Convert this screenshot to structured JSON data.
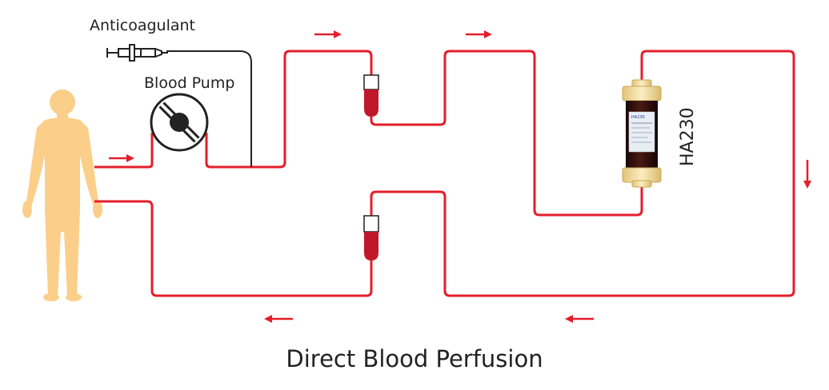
{
  "labels": {
    "anticoagulant": "Anticoagulant",
    "blood_pump": "Blood Pump",
    "cartridge": "HA230",
    "cartridge_sticker": "HA230",
    "caption": "Direct Blood Perfusion"
  },
  "colors": {
    "tubing": "#e41e2b",
    "arrow": "#e41e2b",
    "body": "#fbcf8a",
    "line": "#222222",
    "blood": "#c0182a",
    "cartridge_blood": "#2a0a08",
    "cartridge_cap": "#f3dd9a"
  },
  "icons": {
    "patient": "human-figure-icon",
    "syringe": "syringe-icon",
    "pump": "pump-icon",
    "drip": "drip-chamber-icon",
    "cartridge": "cartridge-icon"
  }
}
